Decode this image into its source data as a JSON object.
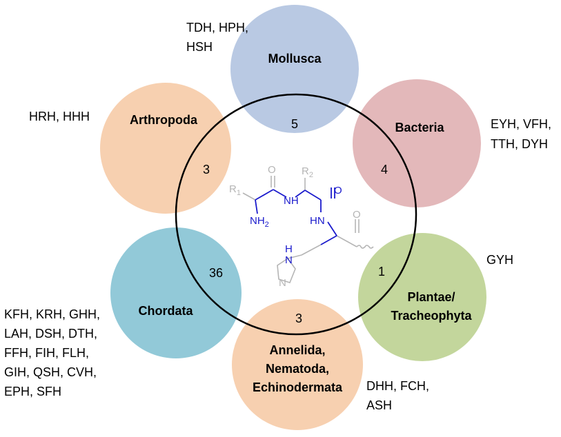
{
  "groups": {
    "mollusca": {
      "label": "Mollusca",
      "count": "5",
      "codes": [
        "TDH, HPH,",
        "HSH"
      ],
      "color": "#b9c9e3"
    },
    "bacteria": {
      "label": "Bacteria",
      "count": "4",
      "codes": [
        "EYH, VFH,",
        "TTH, DYH"
      ],
      "color": "#e3b8ba"
    },
    "plantae": {
      "label": [
        "Plantae/",
        "Tracheophyta"
      ],
      "count": "1",
      "codes": [
        "GYH"
      ],
      "color": "#c3d69c"
    },
    "annelida": {
      "label": [
        "Annelida,",
        "Nematoda,",
        "Echinodermata"
      ],
      "count": "3",
      "codes": [
        "DHH, FCH,",
        "ASH"
      ],
      "color": "#f7d0b0"
    },
    "chordata": {
      "label": "Chordata",
      "count": "36",
      "codes": [
        "KFH, KRH, GHH,",
        "LAH, DSH, DTH,",
        "FFH, FIH, FLH,",
        "GIH, QSH, CVH,",
        "EPH, SFH"
      ],
      "color": "#92c9d8"
    },
    "arthropoda": {
      "label": "Arthropoda",
      "count": "3",
      "codes": [
        "HRH, HHH"
      ],
      "color": "#f7d0b0"
    }
  },
  "molecule": {
    "r1": "R",
    "r1_sub": "1",
    "r2": "R",
    "r2_sub": "2",
    "o1": "O",
    "o2": "O",
    "o3": "O",
    "nh_amide": "NH",
    "nh2": "NH",
    "nh2_sub": "2",
    "hn": "HN",
    "ring_nh": "H",
    "ring_n_top": "N",
    "ring_n": "N",
    "gray_color": "#b5b5b5",
    "blue_color": "#1a1acc"
  },
  "center_ring_color": "#000000"
}
